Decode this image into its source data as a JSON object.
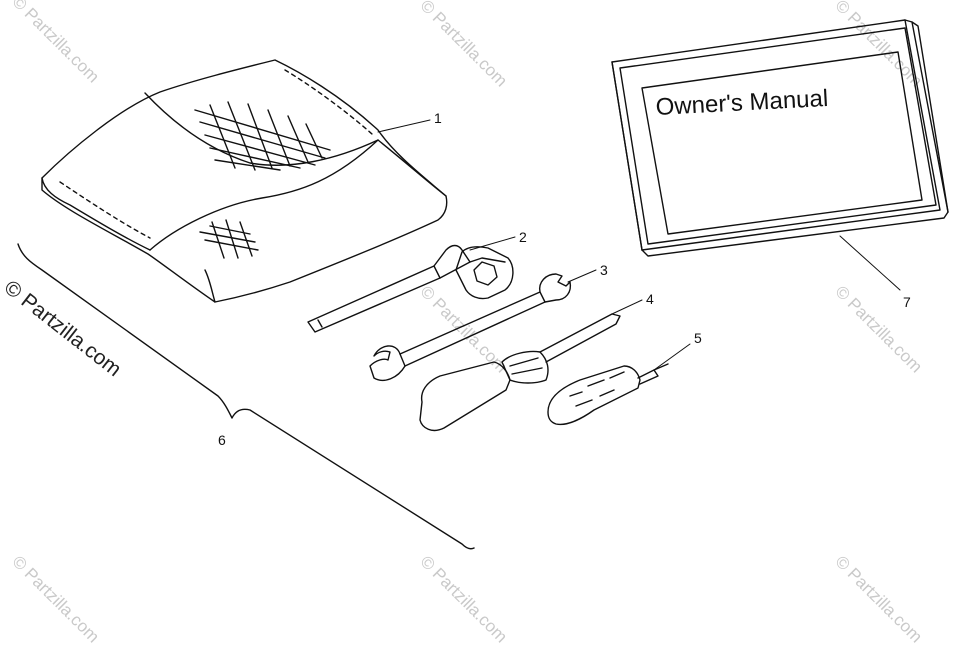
{
  "watermark": {
    "text": "© Partzilla.com"
  },
  "manual": {
    "title": "Owner's Manual"
  },
  "callouts": [
    {
      "id": "1",
      "label": "1"
    },
    {
      "id": "2",
      "label": "2"
    },
    {
      "id": "3",
      "label": "3"
    },
    {
      "id": "4",
      "label": "4"
    },
    {
      "id": "5",
      "label": "5"
    },
    {
      "id": "6",
      "label": "6"
    },
    {
      "id": "7",
      "label": "7"
    }
  ]
}
